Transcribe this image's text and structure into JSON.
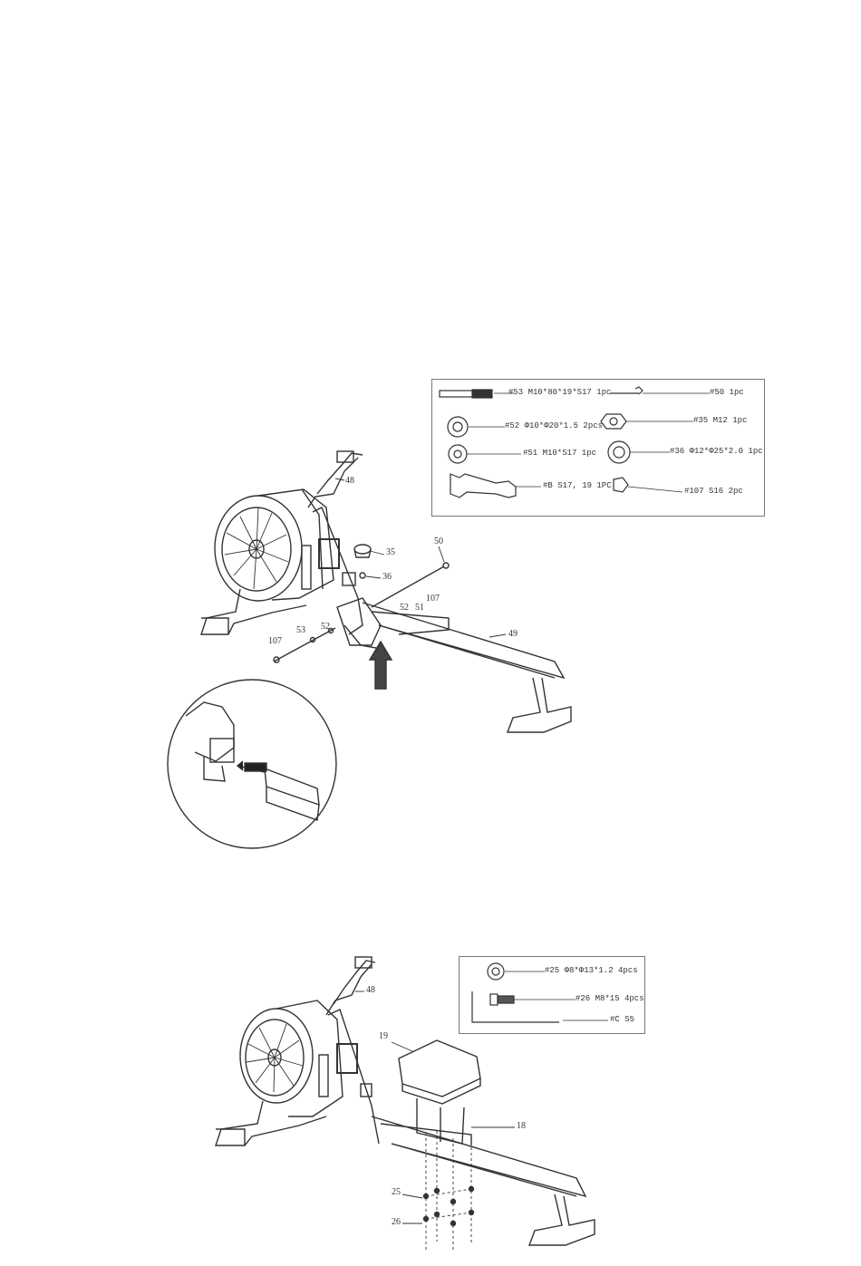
{
  "step1": {
    "hardware": [
      {
        "id": "bolt-53",
        "label": "#53 M10*80*19*S17 1pc"
      },
      {
        "id": "pin-50",
        "label": "#50  1pc"
      },
      {
        "id": "washer-52",
        "label": "#52 Φ10*Φ20*1.5 2pcs"
      },
      {
        "id": "knob-35",
        "label": "#35 M12 1pc"
      },
      {
        "id": "nut-51",
        "label": "#51 M10*S17 1pc"
      },
      {
        "id": "washer-36",
        "label": "#36 Φ12*Φ25*2.0 1pc"
      },
      {
        "id": "wrench-b",
        "label": "#B S17, 19 1PC"
      },
      {
        "id": "cap-107",
        "label": "#107 S16 2pc"
      }
    ],
    "callouts": {
      "c48": "48",
      "c35": "35",
      "c36": "36",
      "c50": "50",
      "c107a": "107",
      "c52a": "52",
      "c51": "51",
      "c49": "49",
      "c53": "53",
      "c52b": "52",
      "c107b": "107"
    }
  },
  "step2": {
    "hardware": [
      {
        "id": "washer-25",
        "label": "#25  Φ8*Φ13*1.2 4pcs"
      },
      {
        "id": "bolt-26",
        "label": "#26 M8*15 4pcs"
      },
      {
        "id": "key-c",
        "label": "#C S5"
      }
    ],
    "callouts": {
      "c48": "48",
      "c19": "19",
      "c18": "18",
      "c25": "25",
      "c26": "26"
    }
  }
}
